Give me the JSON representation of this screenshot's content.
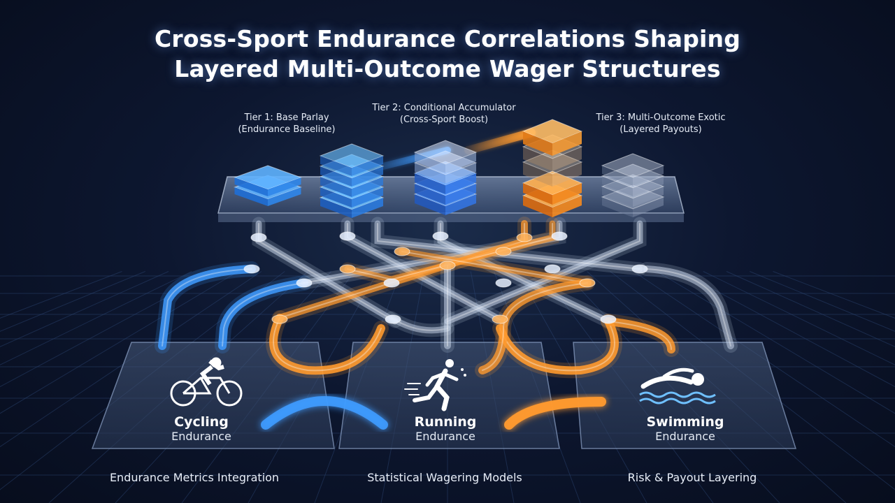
{
  "title": {
    "line1": "Cross-Sport Endurance Correlations Shaping",
    "line2": "Layered Multi-Outcome Wager Structures"
  },
  "tiers": [
    {
      "line1": "Tier 1: Base Parlay",
      "line2": "(Endurance Baseline)"
    },
    {
      "line1": "Tier 2: Conditional Accumulator",
      "line2": "(Cross-Sport Boost)"
    },
    {
      "line1": "Tier 3: Multi-Outcome Exotic",
      "line2": "(Layered Payouts)"
    }
  ],
  "sports": [
    {
      "name": "Cycling",
      "subtitle": "Endurance",
      "icon": "cyclist-icon"
    },
    {
      "name": "Running",
      "subtitle": "Endurance",
      "icon": "runner-icon"
    },
    {
      "name": "Swimming",
      "subtitle": "Endurance",
      "icon": "swimmer-icon"
    }
  ],
  "footer": [
    "Endurance Metrics Integration",
    "Statistical Wagering Models",
    "Risk & Payout Layering"
  ],
  "colors": {
    "blue": "#3f9bff",
    "orange": "#ff9a2e",
    "silver": "#c9d6ea",
    "background": "#0d1730"
  }
}
